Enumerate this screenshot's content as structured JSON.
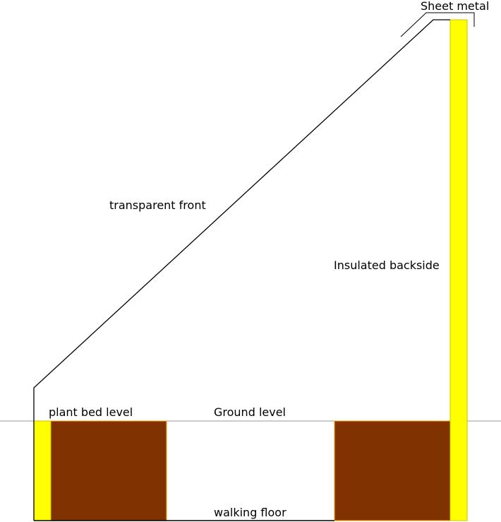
{
  "labels": {
    "sheet_metal": "Sheet metal",
    "transparent_front": "transparent front",
    "insulated_backside": "Insulated backside",
    "plant_bed_level": "plant bed level",
    "ground_level": "Ground level",
    "walking_floor": "walking floor"
  },
  "colors": {
    "insulation": "#ffff00",
    "insulation_stroke": "#d4c200",
    "soil": "#803300",
    "soil_stroke": "#ffa500",
    "line": "#000000",
    "ground_line": "#999999"
  }
}
